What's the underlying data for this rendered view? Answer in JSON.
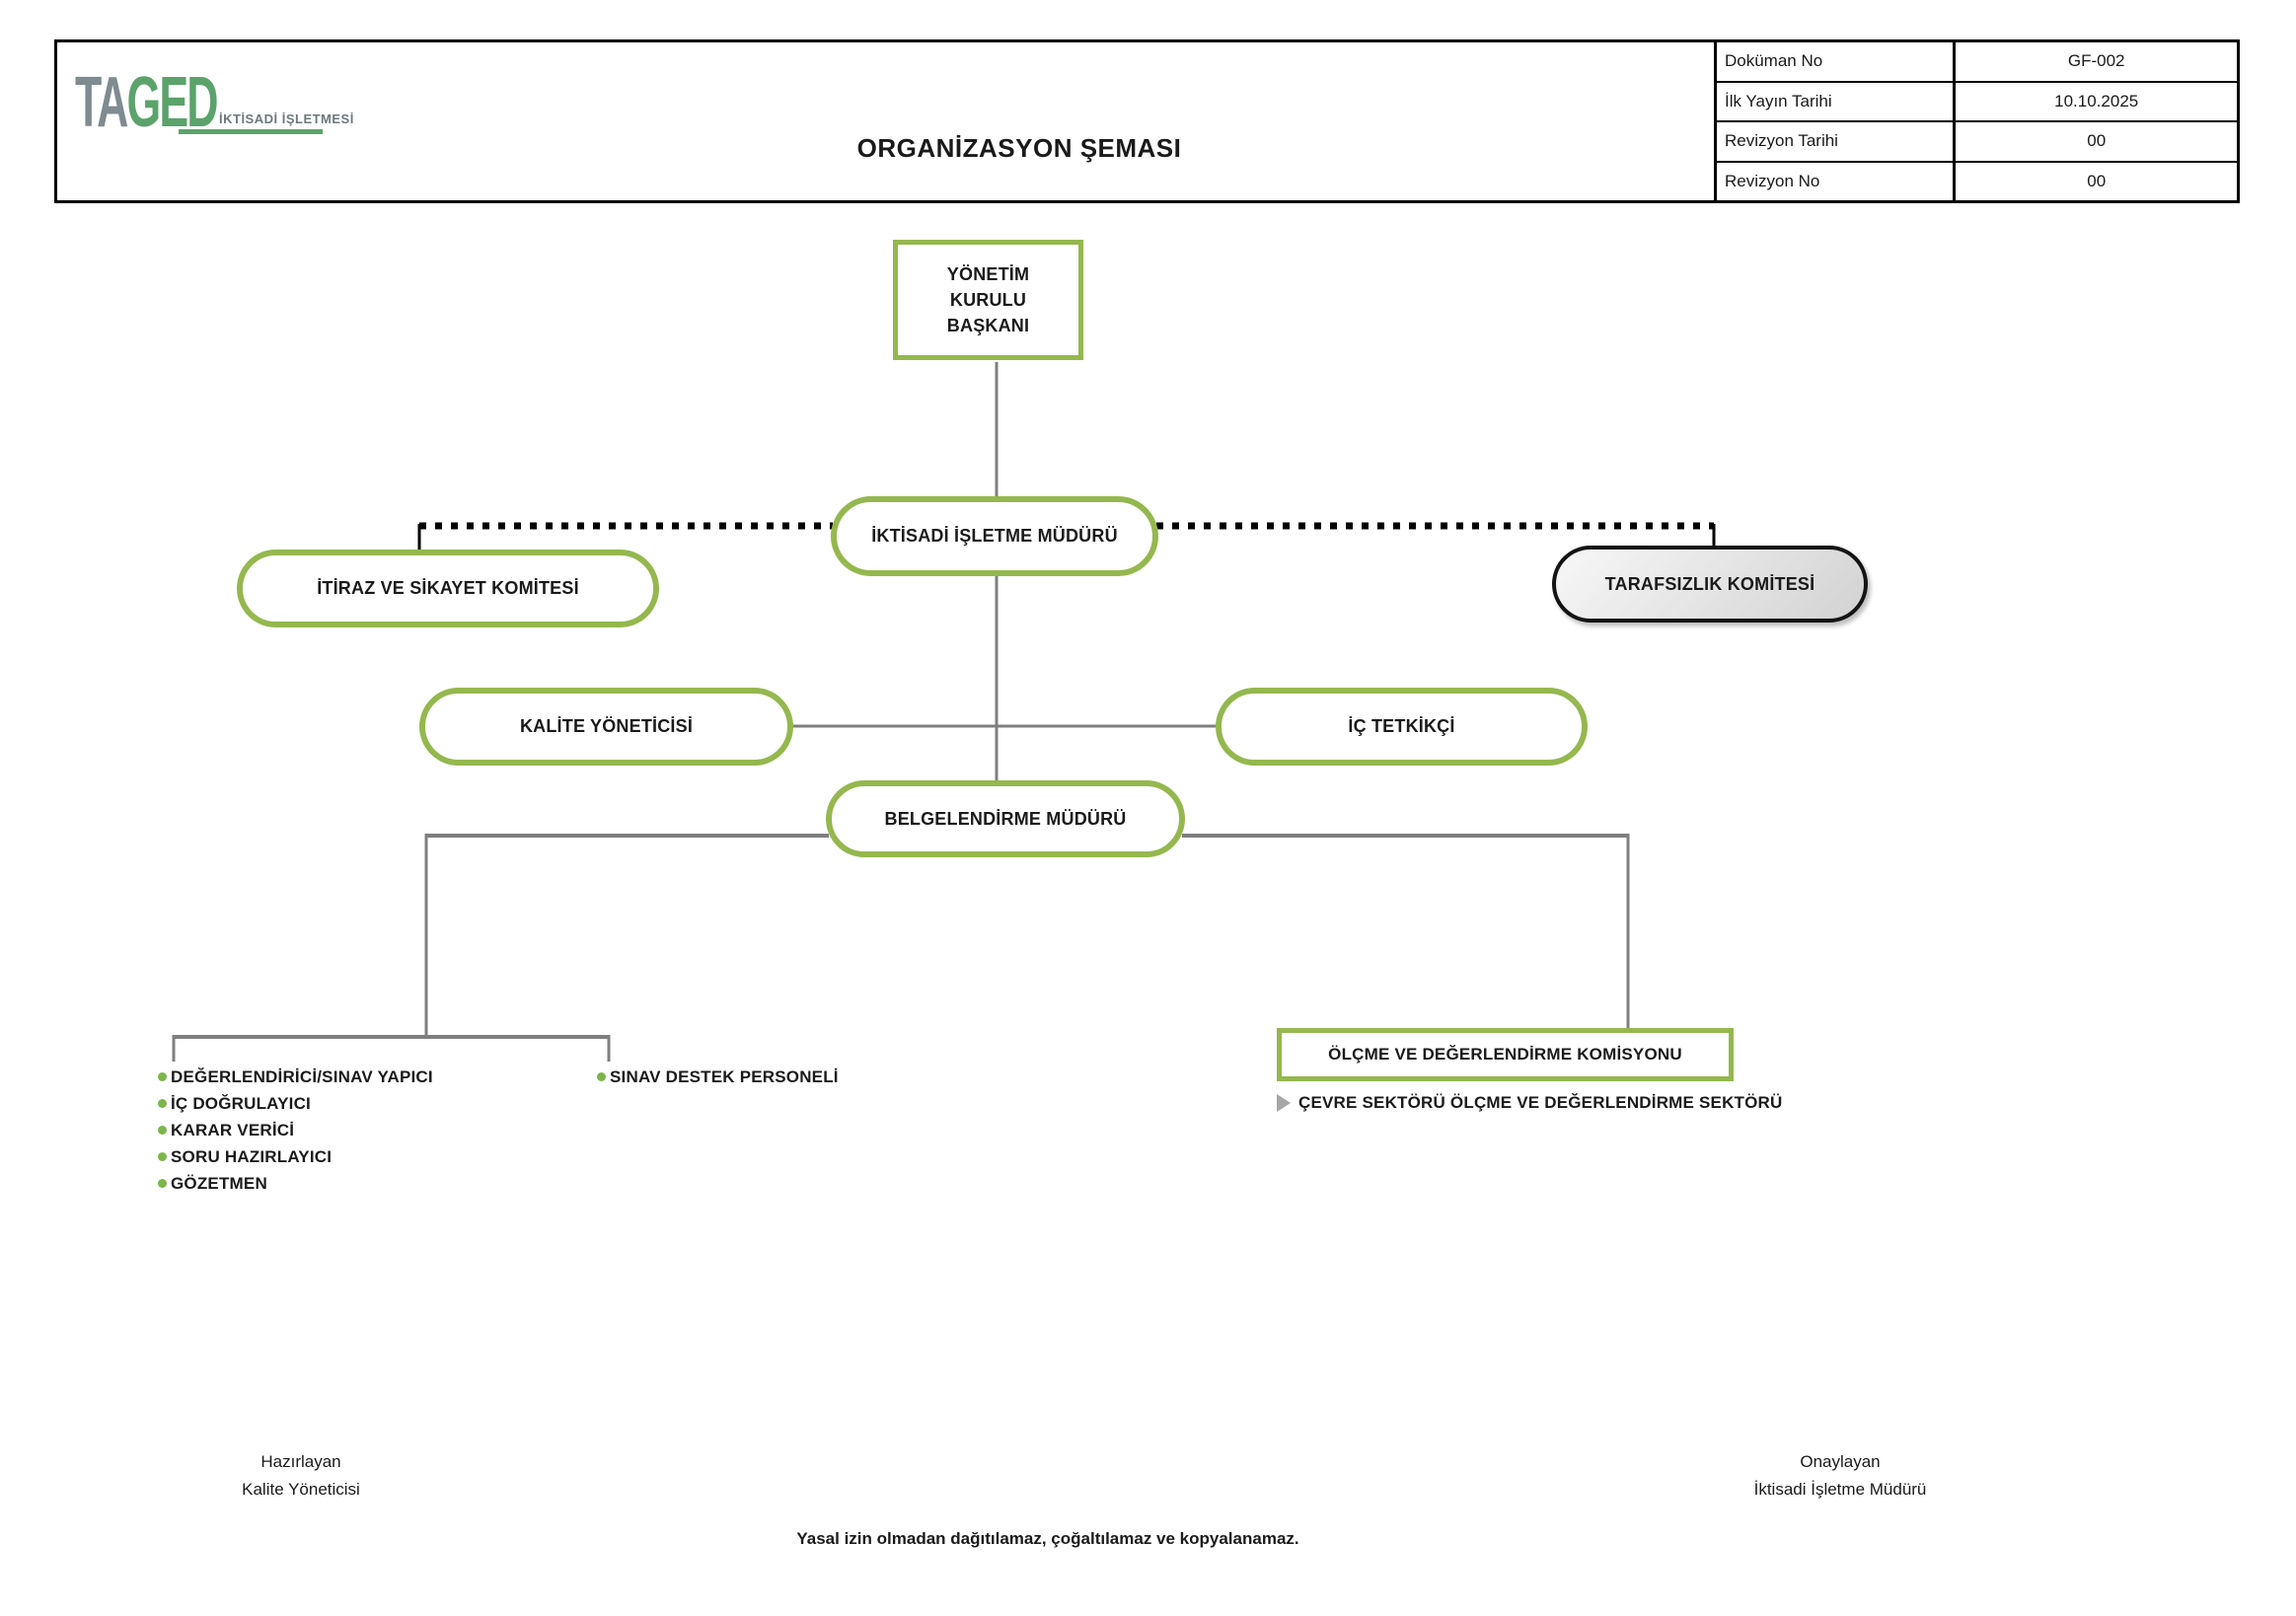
{
  "header": {
    "logo": {
      "word_gray": "TA",
      "word_green": "GED",
      "subtitle": "İKTİSADİ İŞLETMESİ"
    },
    "title": "ORGANİZASYON ŞEMASI",
    "doc_table": {
      "rows": [
        {
          "label": "Doküman No",
          "value": "GF-002"
        },
        {
          "label": "İlk Yayın Tarihi",
          "value": "10.10.2025"
        },
        {
          "label": "Revizyon Tarihi",
          "value": "00"
        },
        {
          "label": "Revizyon No",
          "value": "00"
        }
      ]
    }
  },
  "chart": {
    "nodes": {
      "board_chairman": "YÖNETİM\nKURULU\nBAŞKANI",
      "enterprise_manager": "İKTİSADİ İŞLETME MÜDÜRÜ",
      "objection_committee": "İTİRAZ VE SİKAYET KOMİTESİ",
      "impartiality_committee": "TARAFSIZLIK KOMİTESİ",
      "quality_manager": "KALİTE YÖNETİCİSİ",
      "internal_auditor": "İÇ TETKİKÇİ",
      "certification_manager": "BELGELENDİRME MÜDÜRÜ",
      "measurement_commission": "ÖLÇME VE DEĞERLENDİRME KOMİSYONU",
      "environment_sector": "ÇEVRE SEKTÖRÜ ÖLÇME VE DEĞERLENDİRME SEKTÖRÜ"
    },
    "roles_list": [
      "DEĞERLENDİRİCİ/SINAV YAPICI",
      "İÇ DOĞRULAYICI",
      "KARAR VERİCİ",
      "SORU HAZIRLAYICI",
      "GÖZETMEN"
    ],
    "exam_support": "SINAV DESTEK PERSONELİ"
  },
  "footer": {
    "prepared_label": "Hazırlayan",
    "prepared_by": "Kalite Yöneticisi",
    "approved_label": "Onaylayan",
    "approved_by": "İktisadi İşletme Müdürü",
    "legal_note": "Yasal izin olmadan dağıtılamaz, çoğaltılamaz ve kopyalanamaz."
  },
  "colors": {
    "node_green": "#94b84e",
    "logo_green": "#5ba36b",
    "logo_gray": "#7e8b91",
    "line_gray": "#7f7f7f",
    "dotted_black": "#000000",
    "bullet_green": "#7ab648",
    "arrow_gray": "#a6a6a6"
  }
}
